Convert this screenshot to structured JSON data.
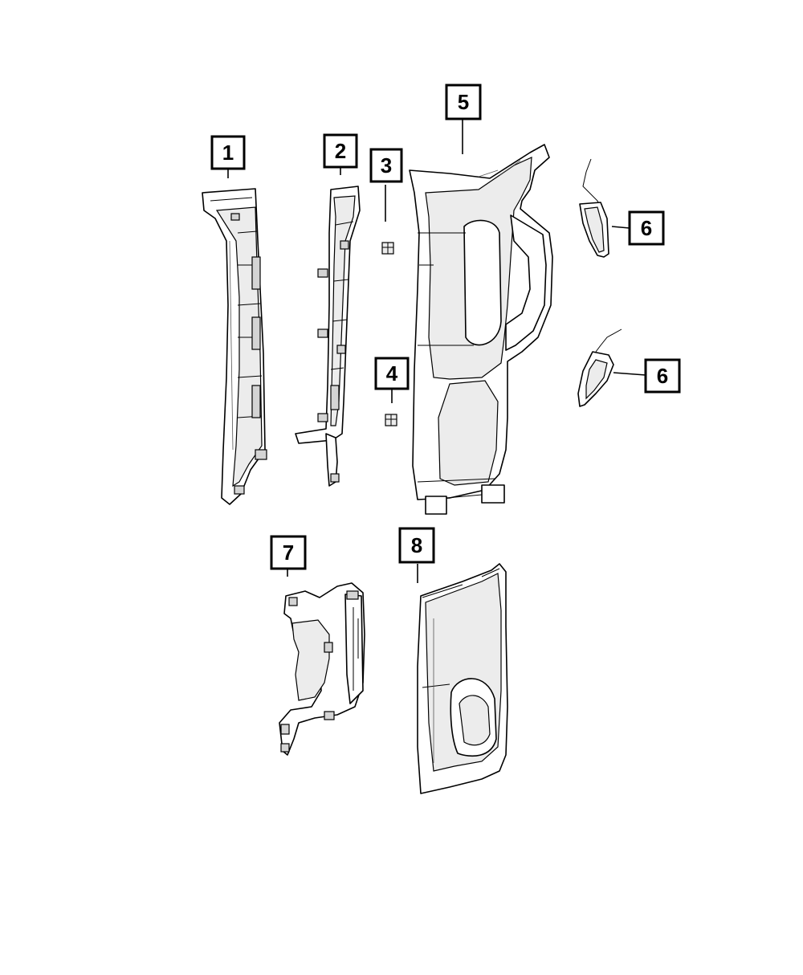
{
  "callouts": [
    {
      "id": "1",
      "label": "1"
    },
    {
      "id": "2",
      "label": "2"
    },
    {
      "id": "3",
      "label": "3"
    },
    {
      "id": "4",
      "label": "4"
    },
    {
      "id": "5",
      "label": "5"
    },
    {
      "id": "6a",
      "label": "6"
    },
    {
      "id": "6b",
      "label": "6"
    },
    {
      "id": "7",
      "label": "7"
    },
    {
      "id": "8",
      "label": "8"
    }
  ],
  "colors": {
    "line": "#000000",
    "background": "#ffffff",
    "shade": "#ececec"
  }
}
